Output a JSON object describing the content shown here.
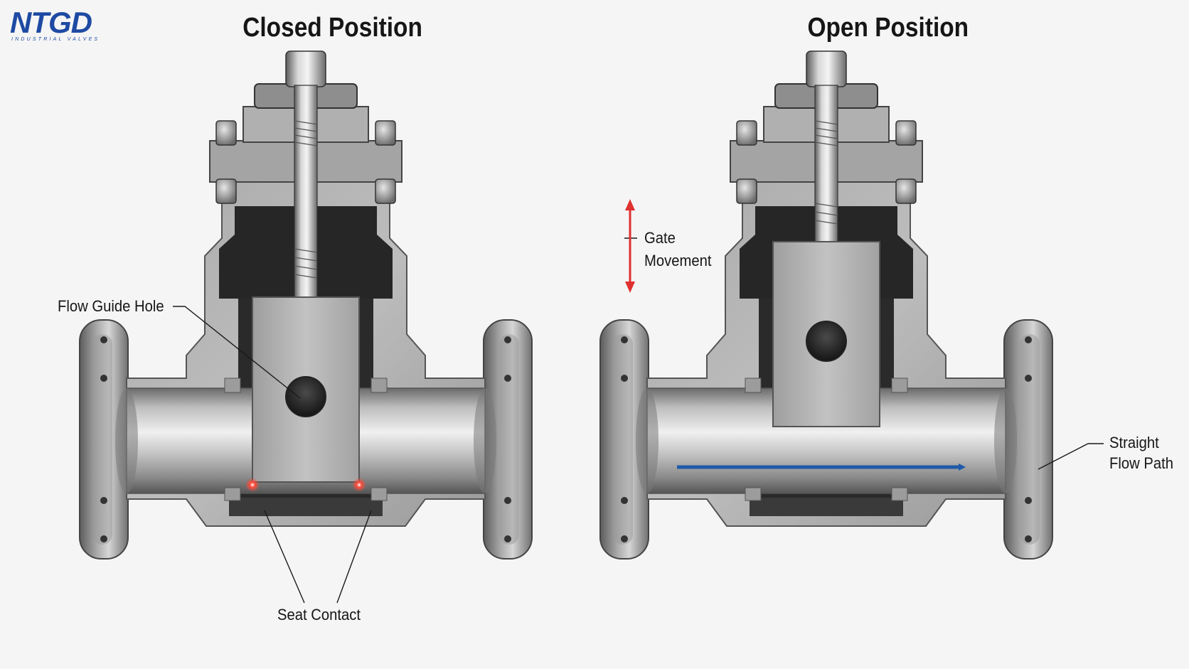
{
  "logo": {
    "name": "NTGD",
    "tagline": "INDUSTRIAL VALVES"
  },
  "titles": {
    "closed": "Closed Position",
    "open": "Open Position"
  },
  "labels": {
    "flow_guide_hole": "Flow Guide Hole",
    "seat_contact": "Seat Contact",
    "gate_movement_1": "Gate",
    "gate_movement_2": "Movement",
    "straight_flow_1": "Straight",
    "straight_flow_2": "Flow Path"
  },
  "colors": {
    "accent_blue": "#1e5aa8",
    "gate_arrow_red": "#e03030",
    "seat_highlight": "#ff3b2f",
    "logo_blue": "#1e4aa3"
  }
}
